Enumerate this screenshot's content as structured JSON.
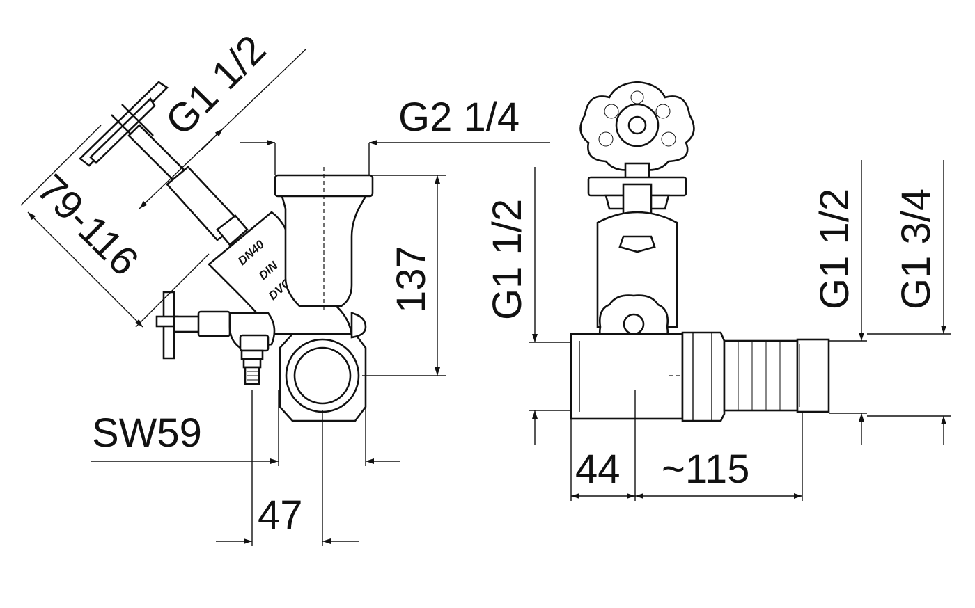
{
  "drawing": {
    "left_view": {
      "dimensions": {
        "handwheel_range": "79-116",
        "outlet_thread_angled": "G1 1/2",
        "top_thread": "G2 1/4",
        "height": "137",
        "wrench_size": "SW59",
        "offset": "47"
      },
      "body_marking": {
        "line1": "DN40",
        "line2": "DIN",
        "line3": "DVGW"
      }
    },
    "right_view": {
      "dimensions": {
        "inlet_thread": "G1 1/2",
        "outlet_thread": "G1 1/2",
        "outlet_thread_large": "G1 3/4",
        "length_inlet": "44",
        "length_outlet": "~115"
      }
    }
  }
}
